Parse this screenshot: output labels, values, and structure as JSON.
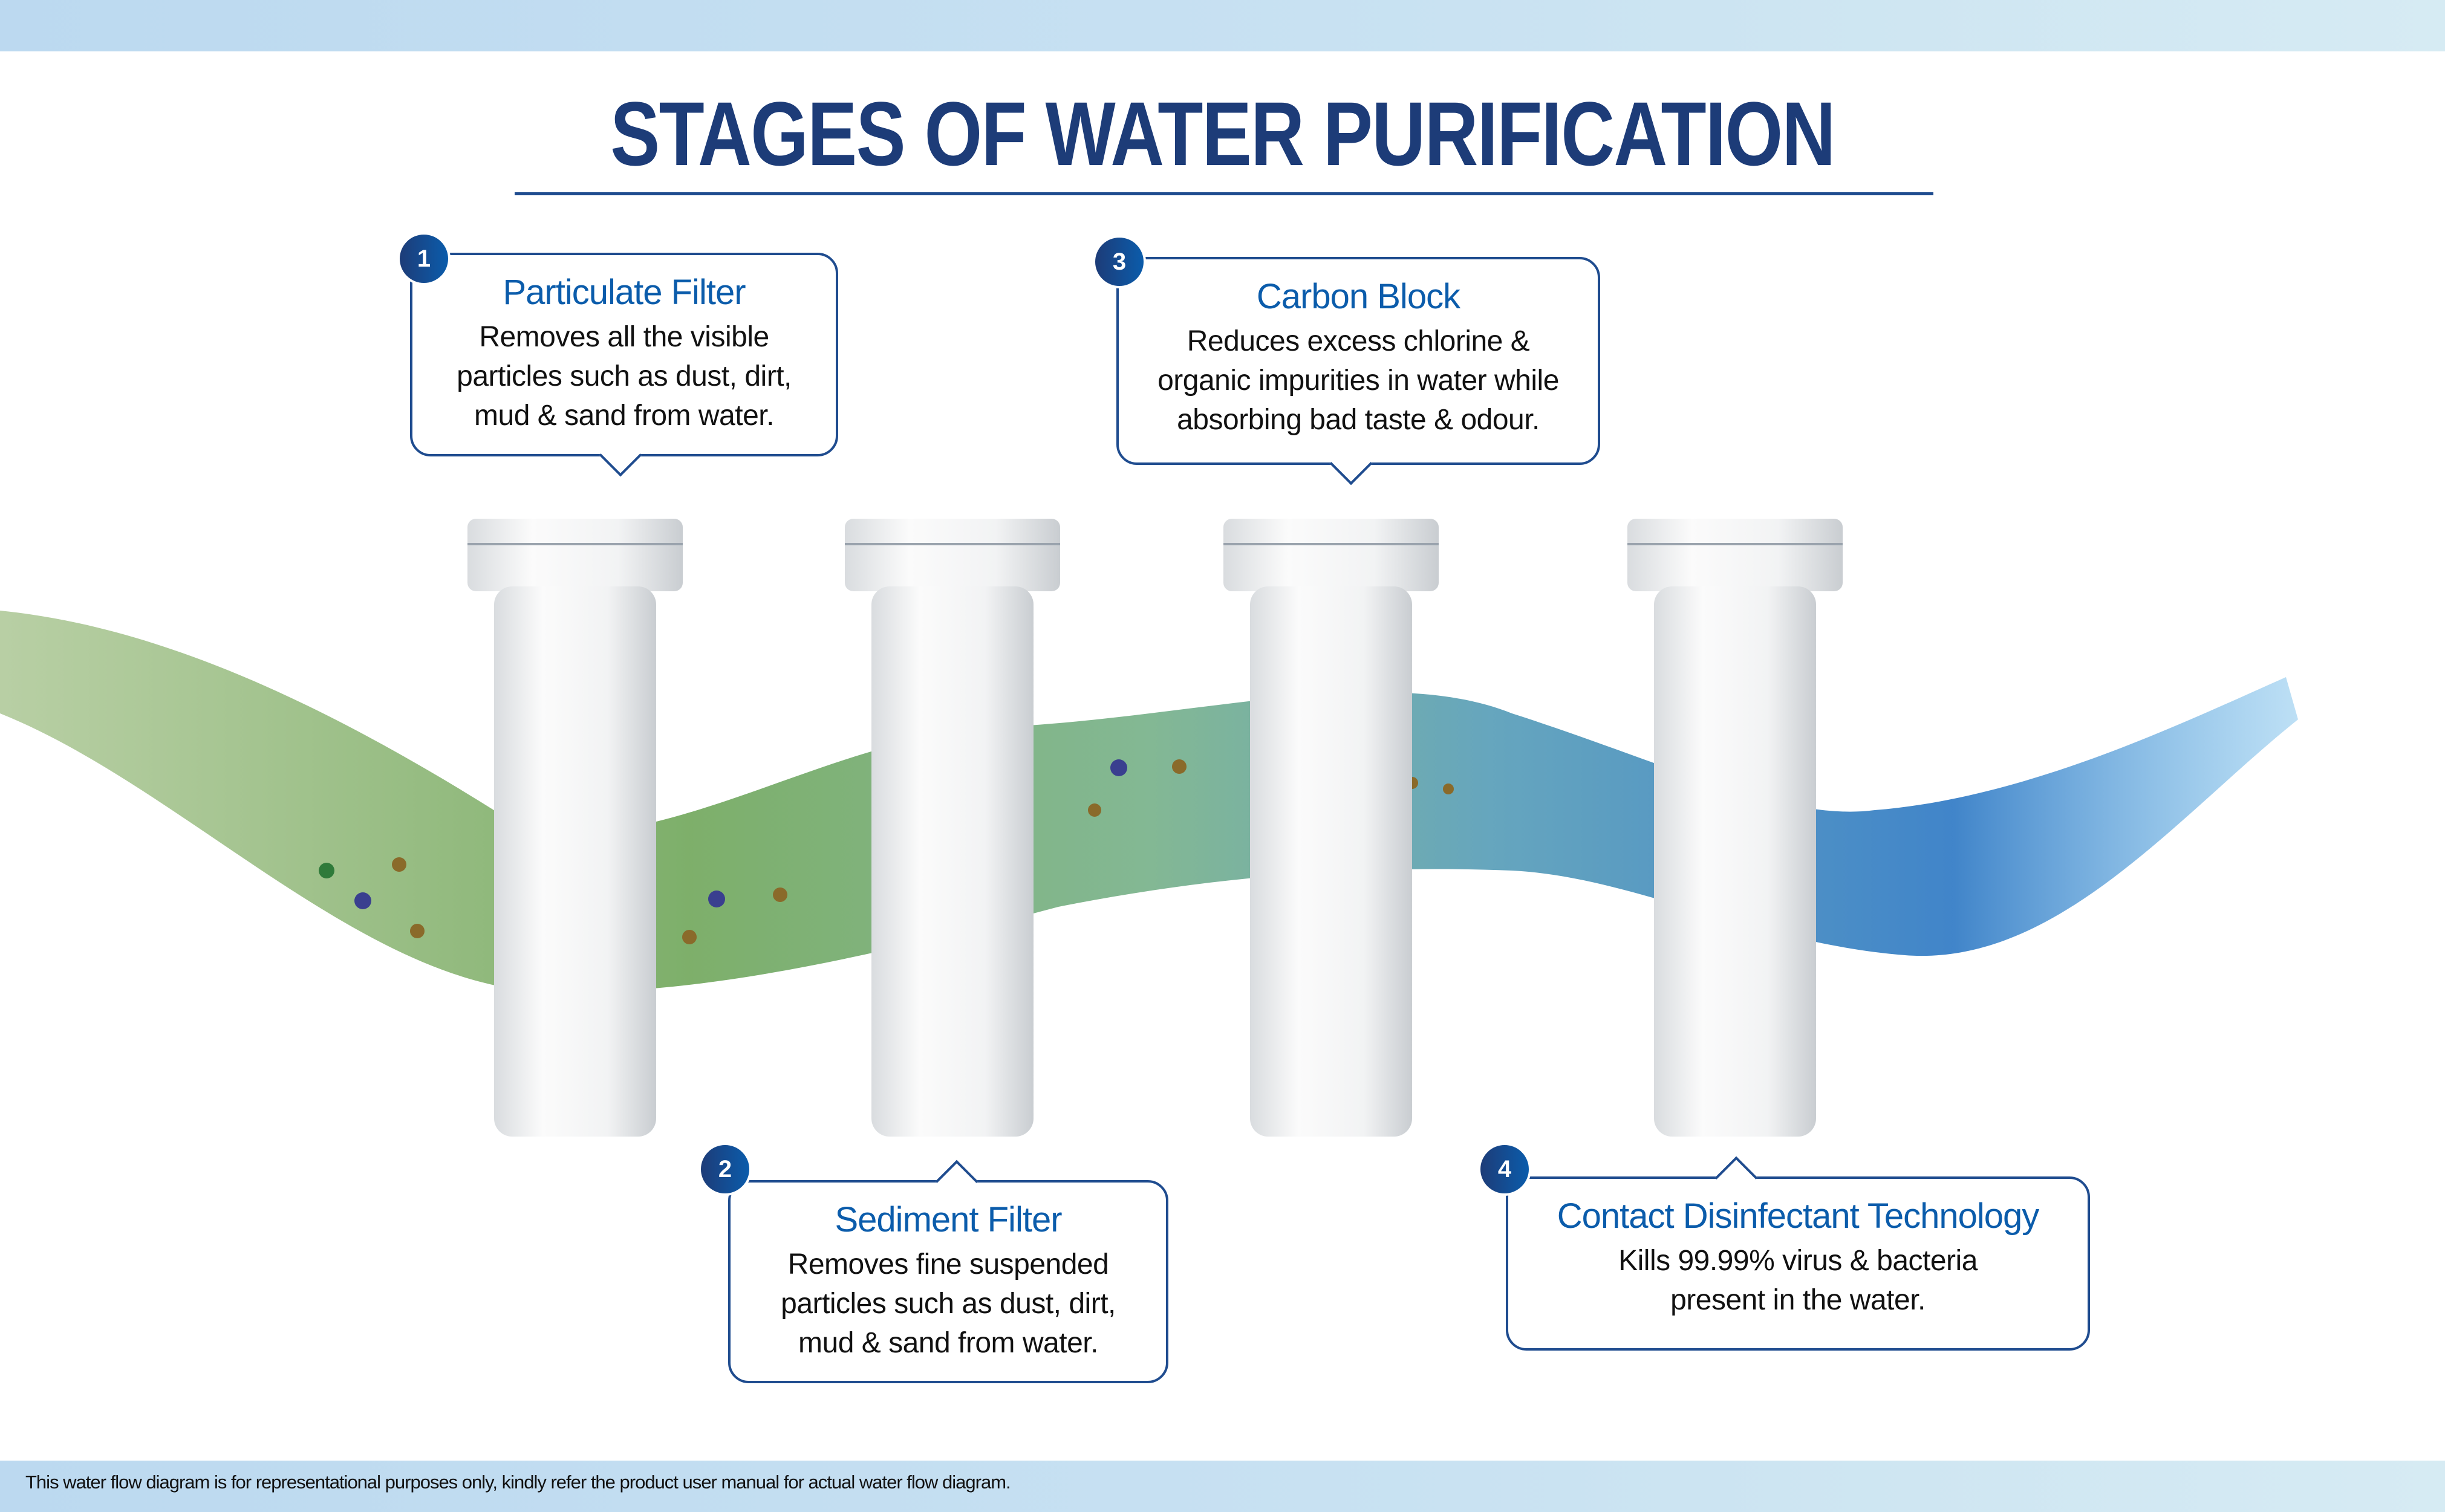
{
  "title": "STAGES OF WATER PURIFICATION",
  "stages": [
    {
      "number": "1",
      "heading": "Particulate Filter",
      "text": "Removes all the visible\nparticles such as dust, dirt,\nmud & sand from water."
    },
    {
      "number": "2",
      "heading": "Sediment Filter",
      "text": "Removes fine suspended\nparticles such as dust, dirt,\nmud & sand from water."
    },
    {
      "number": "3",
      "heading": "Carbon Block",
      "text": "Reduces excess chlorine &\norganic impurities in water while\nabsorbing bad taste & odour."
    },
    {
      "number": "4",
      "heading": "Contact Disinfectant Technology",
      "text": "Kills 99.99% virus & bacteria\npresent in the water."
    }
  ],
  "disclaimer": "This water flow diagram is for representational purposes only, kindly refer the product user manual for actual water flow diagram.",
  "colors": {
    "title": "#1d3c78",
    "heading": "#0b5cab",
    "border": "#1f4c8f",
    "band": "#c2dcf0"
  }
}
